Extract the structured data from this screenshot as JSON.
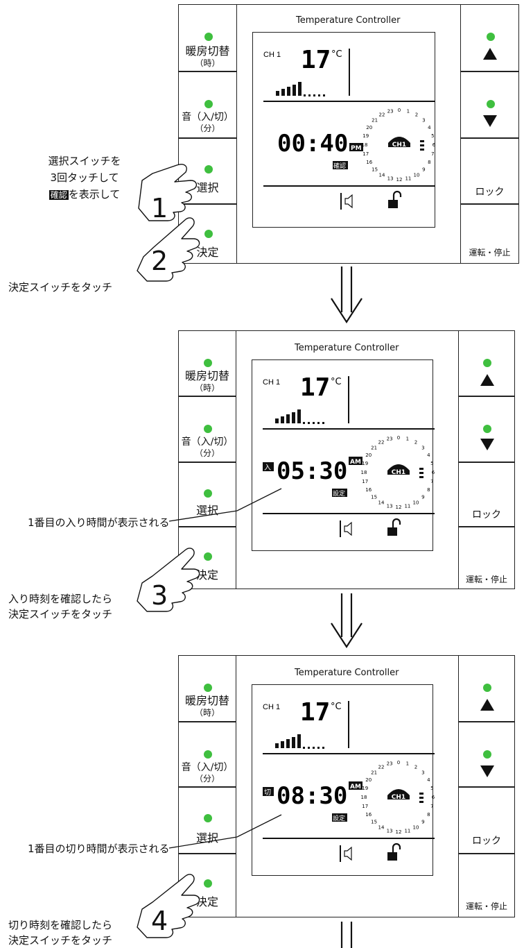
{
  "controller": {
    "title": "Temperature Controller",
    "channel": "CH 1",
    "temperature": "17",
    "unit": "°C",
    "clock_badge": "CH1"
  },
  "buttons": {
    "heat_switch": "暖房切替",
    "heat_switch_sub": "（時）",
    "sound": "音（入/切）",
    "sound_sub": "（分）",
    "select": "選択",
    "confirm": "決定",
    "up": "▲",
    "down": "▼",
    "lock": "ロック",
    "run_stop": "運転・停止"
  },
  "clock_numbers": [
    "0",
    "1",
    "2",
    "3",
    "4",
    "5",
    "6",
    "7",
    "8",
    "9",
    "10",
    "11",
    "12",
    "13",
    "14",
    "15",
    "16",
    "17",
    "18",
    "19",
    "20",
    "21",
    "22",
    "23"
  ],
  "steps": [
    {
      "time": "00:40",
      "ampm": "PM",
      "tag": "確認",
      "prefix": "",
      "hand": "1",
      "hand2": "2",
      "instruction_lines": [
        "選択スイッチを",
        "3回タッチして",
        "を表示して"
      ],
      "instruction_badge": "確認",
      "instruction2": "決定スイッチをタッチ"
    },
    {
      "time": "05:30",
      "ampm": "AM",
      "tag": "設定",
      "prefix": "入",
      "hand": "3",
      "callout": "1番目の入り時間が表示される",
      "instruction_lines": [
        "入り時刻を確認したら",
        "決定スイッチをタッチ"
      ]
    },
    {
      "time": "08:30",
      "ampm": "AM",
      "tag": "設定",
      "prefix": "切",
      "hand": "4",
      "callout": "1番目の切り時間が表示される",
      "instruction_lines": [
        "切り時刻を確認したら",
        "決定スイッチをタッチ"
      ]
    }
  ],
  "colors": {
    "led": "#3fbf3f",
    "line": "#111111"
  }
}
